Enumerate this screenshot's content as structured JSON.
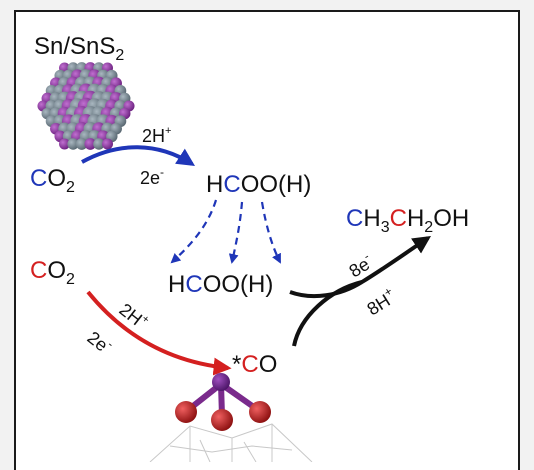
{
  "catalyst": {
    "name": "Sn/SnS",
    "sub": "2"
  },
  "co2_top": {
    "c": "C",
    "o": "O",
    "sub": "2"
  },
  "step1": {
    "top": "2H",
    "top_sup": "+",
    "bottom": "2e",
    "bottom_sup": "-"
  },
  "hcooh_top": {
    "h": "H",
    "c": "C",
    "rest": "OO(H)"
  },
  "hcooh_bottom": {
    "h": "H",
    "c": "C",
    "rest": "OO(H)"
  },
  "co2_left": {
    "c": "C",
    "o": "O",
    "sub": "2"
  },
  "step2": {
    "top": "2H",
    "top_sup": "+",
    "bottom": "2e",
    "bottom_sup": "-"
  },
  "co_adsorbed": {
    "star": "*",
    "c": "C",
    "o": "O"
  },
  "step3": {
    "top": "8e",
    "top_sup": "-",
    "bottom": "8H",
    "bottom_sup": "+"
  },
  "ethanol": {
    "c1": "C",
    "h3": "H",
    "sub3": "3",
    "c2": "C",
    "h2": "H",
    "sub2": "2",
    "oh": "OH"
  },
  "colors": {
    "blue": "#1f36b8",
    "red": "#d42020",
    "black": "#111111",
    "purple": "#7a2a8c",
    "grey": "#6f7f8a"
  }
}
